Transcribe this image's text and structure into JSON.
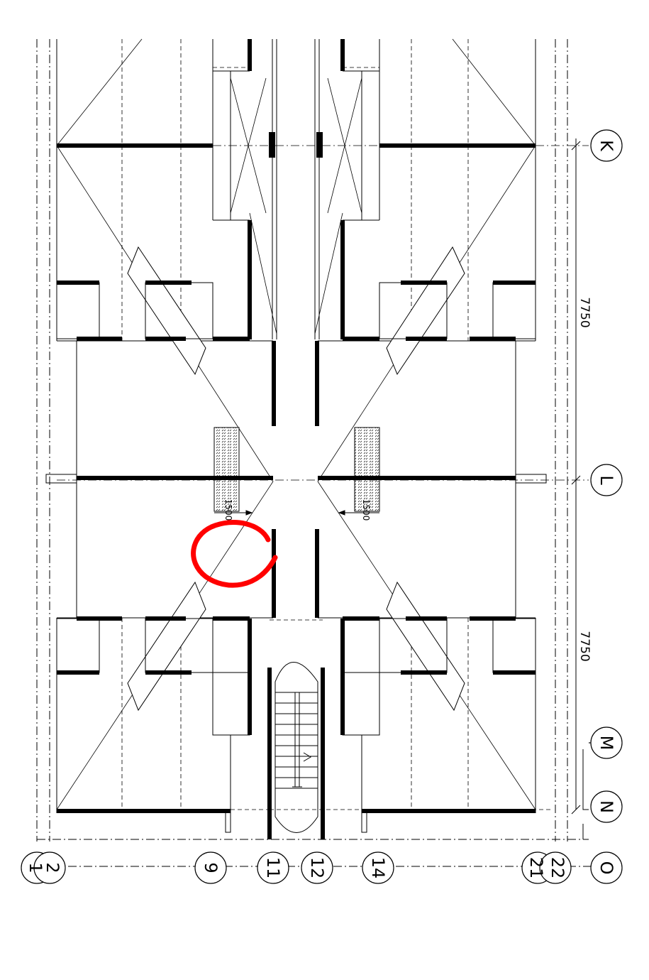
{
  "grid_rows": [
    {
      "id": "row-k",
      "label": "K"
    },
    {
      "id": "row-l",
      "label": "L"
    },
    {
      "id": "row-m",
      "label": "M"
    },
    {
      "id": "row-n",
      "label": "N"
    },
    {
      "id": "row-o",
      "label": "O"
    }
  ],
  "grid_columns": [
    {
      "id": "col-1",
      "label": "1"
    },
    {
      "id": "col-2",
      "label": "2"
    },
    {
      "id": "col-9",
      "label": "9"
    },
    {
      "id": "col-11",
      "label": "11"
    },
    {
      "id": "col-12",
      "label": "12"
    },
    {
      "id": "col-14",
      "label": "14"
    },
    {
      "id": "col-21",
      "label": "21"
    },
    {
      "id": "col-22",
      "label": "22"
    }
  ],
  "dimensions": {
    "bay_upper": "7750",
    "bay_lower": "7750",
    "corridor_left": "1500",
    "corridor_right": "1500"
  },
  "colors": {
    "line": "#000000",
    "annotation": "#ff0000"
  }
}
